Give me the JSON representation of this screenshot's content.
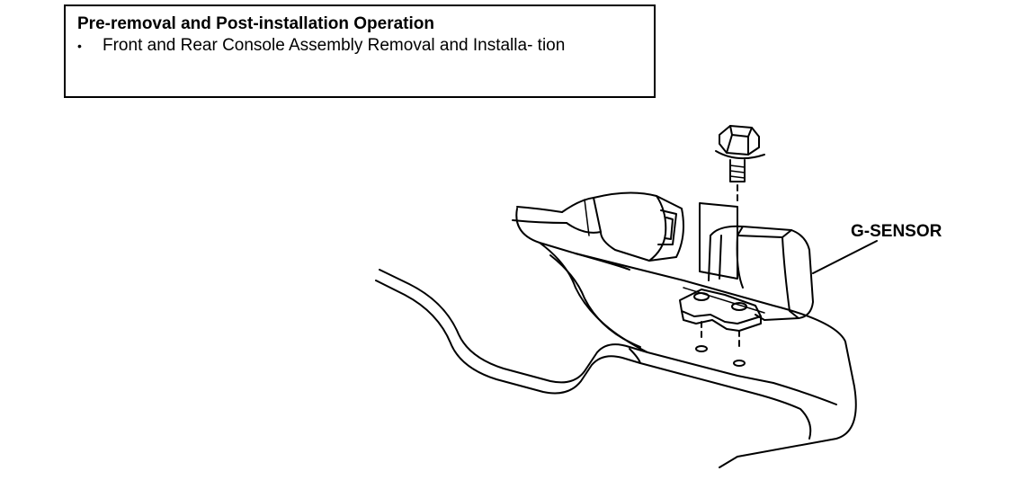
{
  "info_box": {
    "title": "Pre-removal and Post-installation Operation",
    "items": [
      {
        "bullet": "•",
        "text": "Front and Rear Console Assembly Removal and Installa- tion"
      }
    ]
  },
  "diagram": {
    "callout": "G-SENSOR"
  }
}
